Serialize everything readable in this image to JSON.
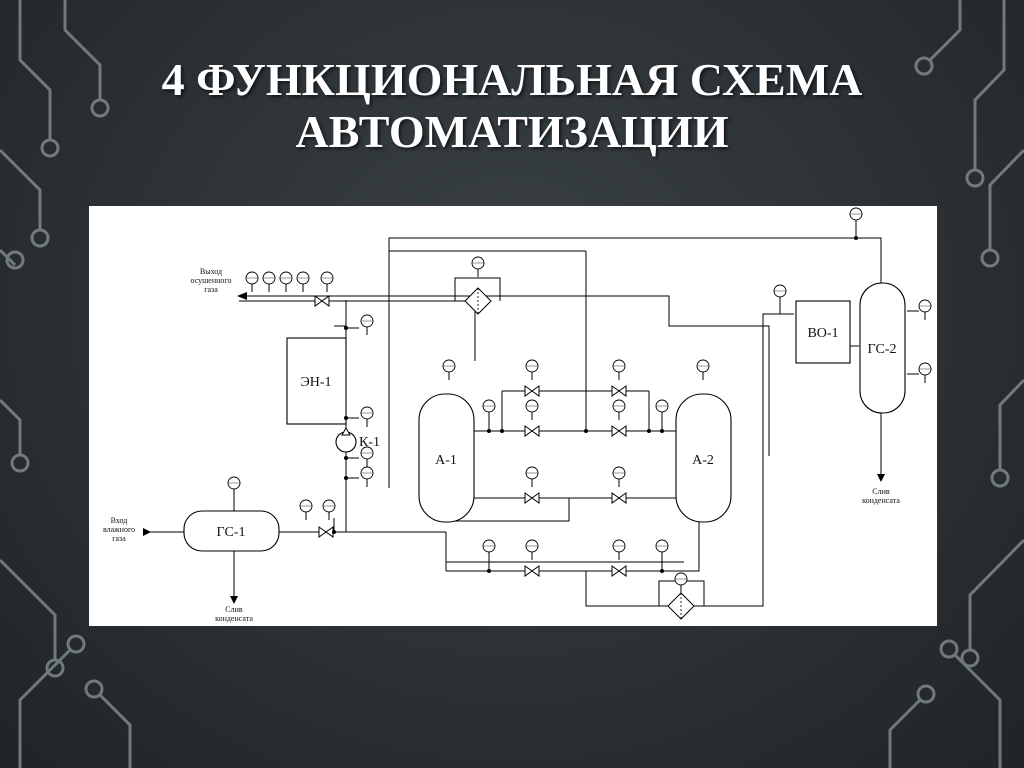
{
  "title": {
    "line1": "4 ФУНКЦИОНАЛЬНАЯ СХЕМА",
    "line2": "АВТОМАТИЗАЦИИ"
  },
  "equipment": {
    "gs1": "ГС-1",
    "gs2": "ГС-2",
    "en1": "ЭН-1",
    "k1": "К-1",
    "a1": "А-1",
    "a2": "А-2",
    "vo1": "ВО-1"
  },
  "notes": {
    "outlet_l1": "Выход",
    "outlet_l2": "осушенного",
    "outlet_l3": "газа",
    "inlet_l1": "Вход",
    "inlet_l2": "влажного",
    "inlet_l3": "газа",
    "drain1_l1": "Слив",
    "drain1_l2": "конденсата",
    "drain2_l1": "Слив",
    "drain2_l2": "конденсата"
  },
  "colors": {
    "background": "#2b3135",
    "circuit_lines": "#8a9499",
    "title_text": "#ffffff",
    "panel": "#ffffff",
    "lines": "#000000"
  }
}
